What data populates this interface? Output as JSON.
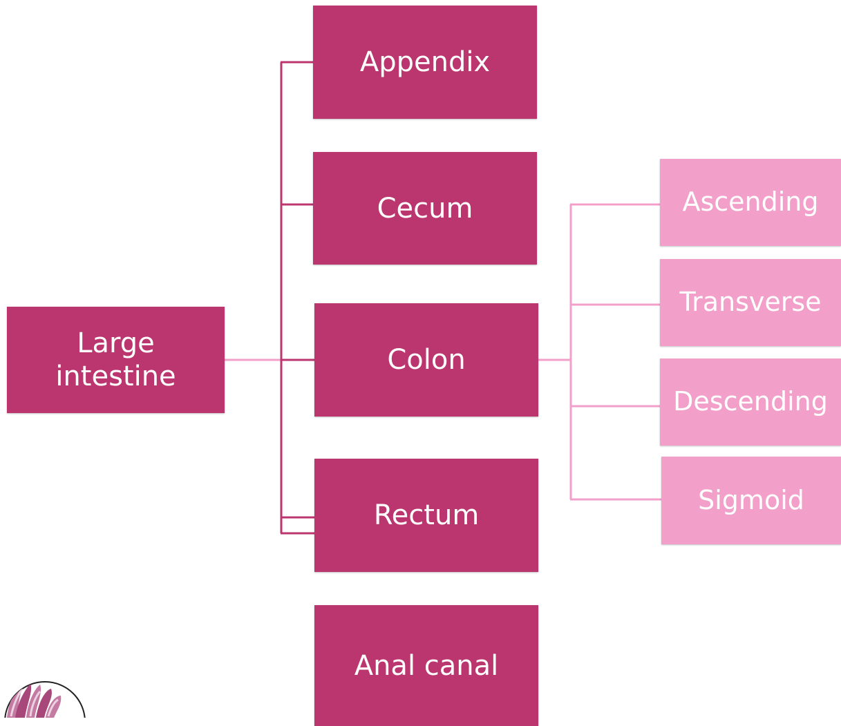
{
  "diagram": {
    "root": {
      "label": "Large\nintestine"
    },
    "children": [
      {
        "label": "Appendix"
      },
      {
        "label": "Cecum"
      },
      {
        "label": "Colon"
      },
      {
        "label": "Rectum"
      },
      {
        "label": "Anal canal"
      }
    ],
    "colon_parts": [
      {
        "label": "Ascending"
      },
      {
        "label": "Transverse"
      },
      {
        "label": "Descending"
      },
      {
        "label": "Sigmoid"
      }
    ]
  },
  "colors": {
    "primary_box": "#bb356e",
    "secondary_box": "#f29fc9",
    "primary_line": "#bb356e",
    "secondary_line": "#f29fc9",
    "text": "#ffffff"
  }
}
